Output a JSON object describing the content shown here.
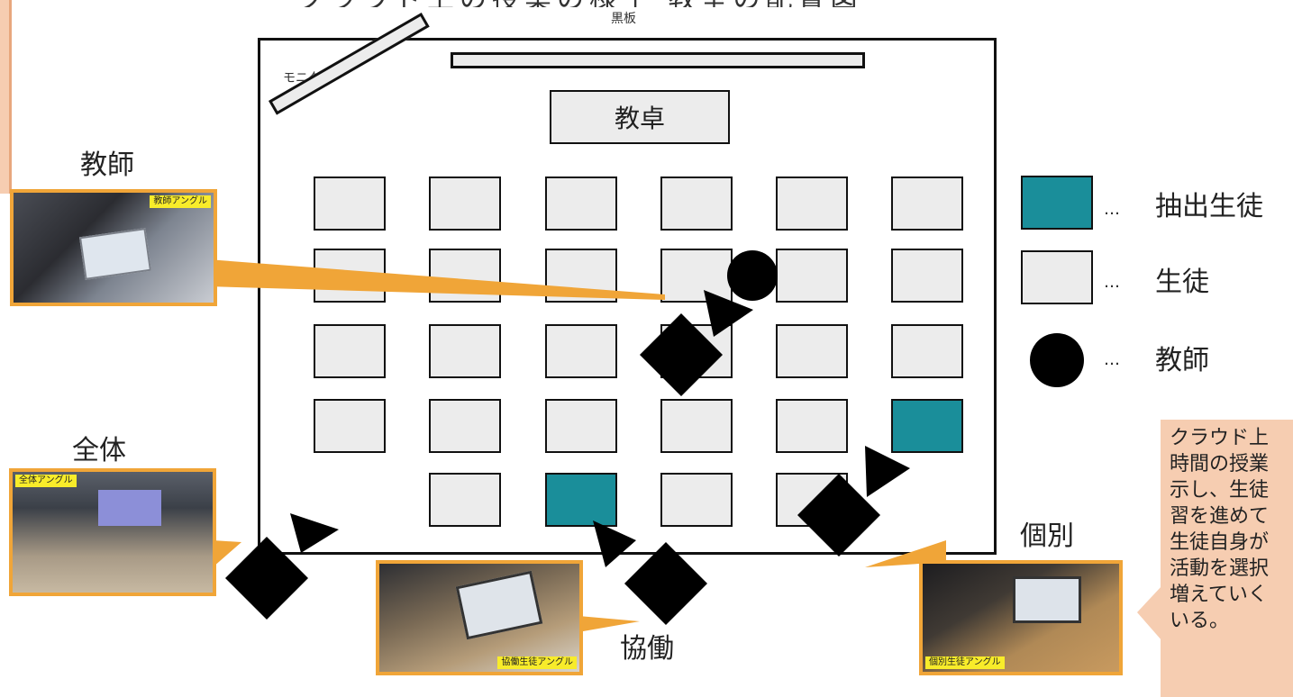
{
  "header": {
    "title_fragment": "クラウド上の授業の様子 教室の配置図",
    "board_label": "黒板",
    "monitor_label": "モニター",
    "teacher_desk_label": "教卓"
  },
  "camera_labels": {
    "teacher": "教師",
    "overall": "全体",
    "collaboration": "協働",
    "individual": "個別"
  },
  "photo_tags": {
    "teacher": "教師アングル",
    "overall": "全体アングル",
    "collaboration": "協働生徒アングル",
    "individual": "個別生徒アングル"
  },
  "legend": {
    "dots": "…",
    "extracted_label": "抽出生徒",
    "student_label": "生徒",
    "teacher_label": "教師"
  },
  "note": {
    "lines": [
      "クラウド上",
      "時間の授業",
      "示し、生徒",
      "習を進めて",
      "生徒自身が",
      "活動を選択",
      "増えていく",
      "いる。"
    ]
  },
  "colors": {
    "extracted_student": "#1a8e9a",
    "student": "#ececec",
    "photo_frame": "#f0a538",
    "note_bg": "#f6cdb1",
    "tag_bg": "#f8ec2a"
  }
}
